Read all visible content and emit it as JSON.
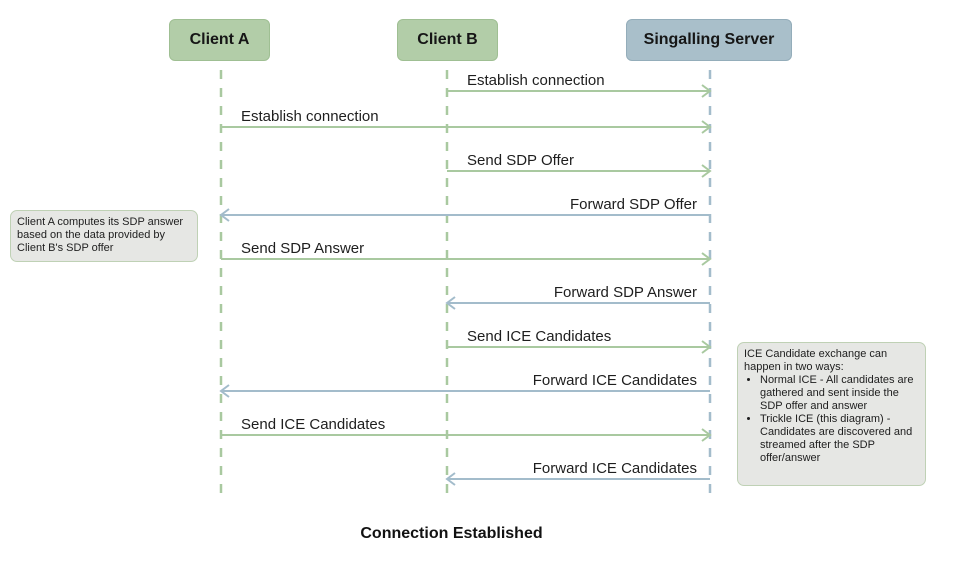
{
  "actors": {
    "client_a": "Client A",
    "client_b": "Client B",
    "server": "Singalling Server"
  },
  "messages": [
    {
      "text": "Establish connection",
      "from": "client_b",
      "to": "server",
      "color": "#a9c9a0"
    },
    {
      "text": "Establish connection",
      "from": "client_a",
      "to": "server",
      "color": "#a9c9a0"
    },
    {
      "text": "Send SDP Offer",
      "from": "client_b",
      "to": "server",
      "color": "#a9c9a0"
    },
    {
      "text": "Forward SDP Offer",
      "from": "server",
      "to": "client_a",
      "color": "#a3bccb"
    },
    {
      "text": "Send SDP Answer",
      "from": "client_a",
      "to": "server",
      "color": "#a9c9a0"
    },
    {
      "text": "Forward SDP Answer",
      "from": "server",
      "to": "client_b",
      "color": "#a3bccb"
    },
    {
      "text": "Send ICE Candidates",
      "from": "client_b",
      "to": "server",
      "color": "#a9c9a0"
    },
    {
      "text": "Forward ICE Candidates",
      "from": "server",
      "to": "client_a",
      "color": "#a3bccb"
    },
    {
      "text": "Send ICE Candidates",
      "from": "client_a",
      "to": "server",
      "color": "#a9c9a0"
    },
    {
      "text": "Forward ICE Candidates",
      "from": "server",
      "to": "client_b",
      "color": "#a3bccb"
    }
  ],
  "notes": {
    "sdp_answer_note": "Client A computes its SDP answer based on the data provided by Client B's SDP offer",
    "ice_note": {
      "intro": "ICE Candidate exchange can happen in two ways:",
      "items": [
        "Normal ICE - All candidates are gathered and sent inside the SDP offer and answer",
        "Trickle ICE (this diagram) - Candidates are discovered and streamed after the SDP offer/answer"
      ]
    }
  },
  "footer": "Connection Established",
  "colors": {
    "client_fill": "#b2cda8",
    "server_fill": "#a9bfca",
    "lifeline": "#a9c9a0",
    "send_arrow": "#a9c9a0",
    "forward_arrow": "#a3bccb"
  }
}
